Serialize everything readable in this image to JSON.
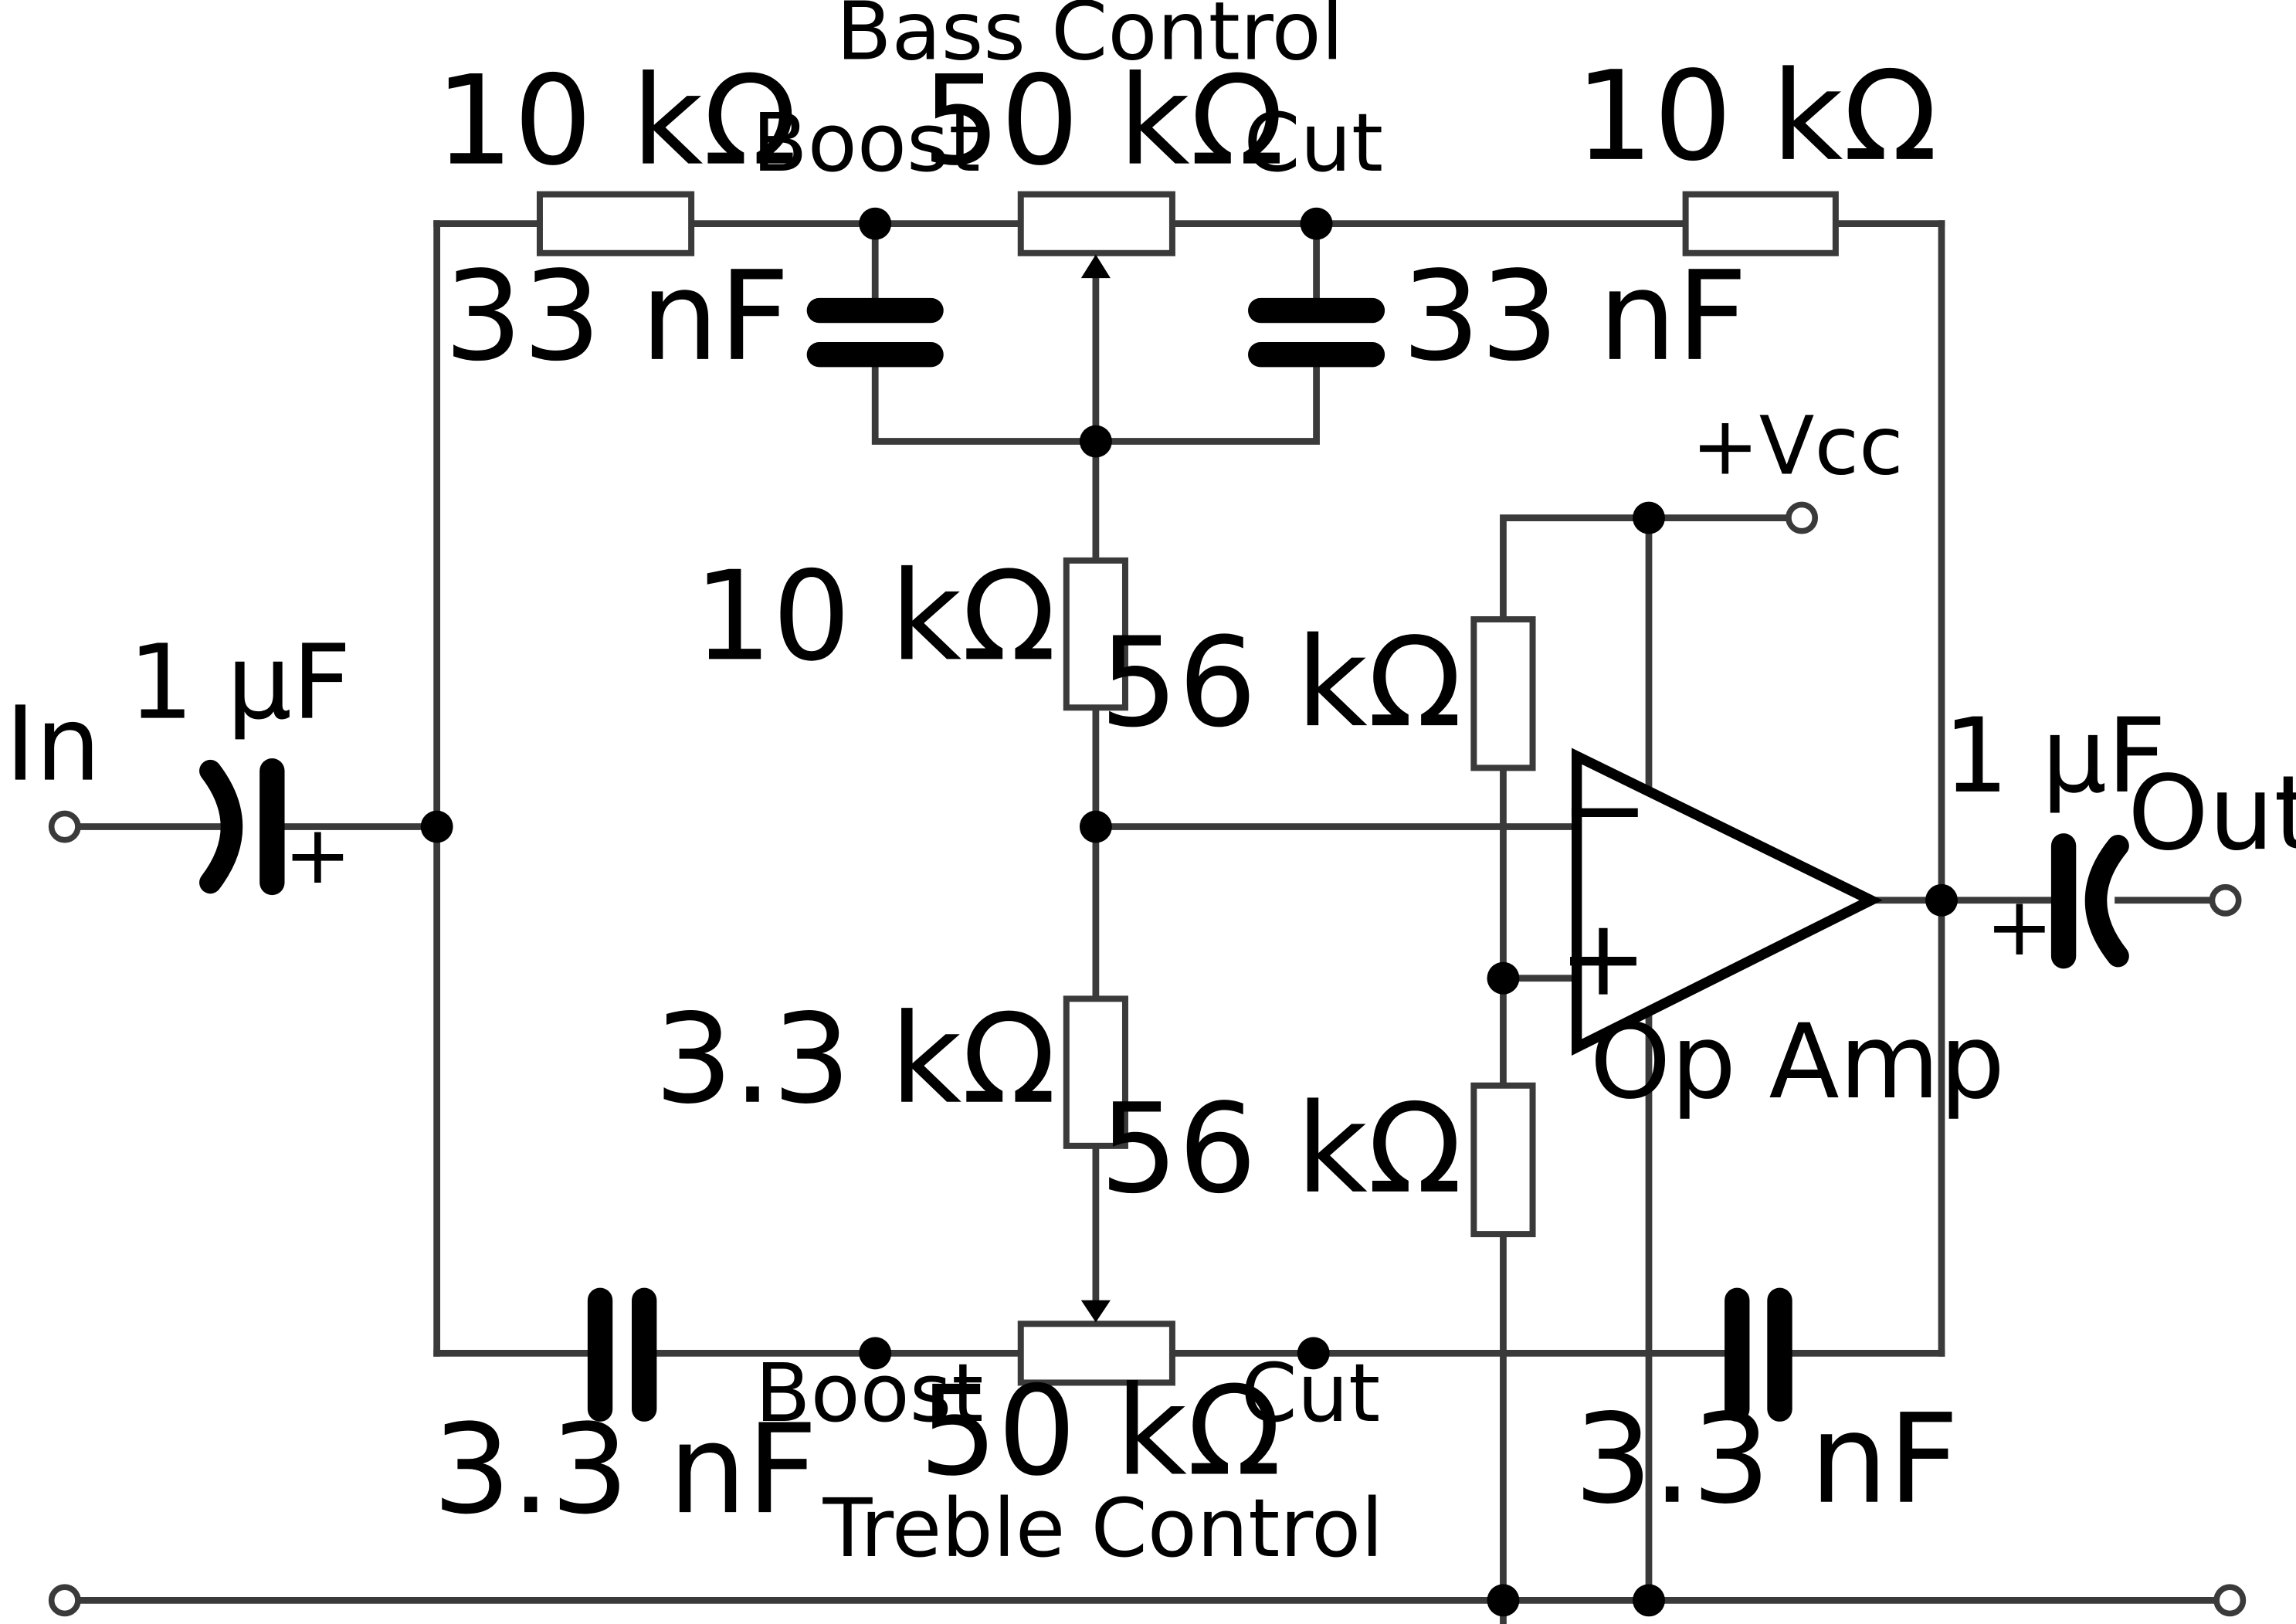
{
  "bass_control": {
    "title": "Bass Control",
    "pot_value": "50 kΩ",
    "boost_label": "Boost",
    "cut_label": "Cut",
    "left_resistor": "10 kΩ",
    "right_resistor": "10 kΩ",
    "left_capacitor": "33 nF",
    "right_capacitor": "33 nF"
  },
  "treble_control": {
    "title": "Treble Control",
    "pot_value": "50 kΩ",
    "boost_label": "Boost",
    "cut_label": "Cut",
    "left_capacitor": "3.3 nF",
    "right_capacitor": "3.3 nF"
  },
  "middle": {
    "upper_resistor": "10 kΩ",
    "lower_resistor": "3.3 kΩ"
  },
  "bias": {
    "upper_resistor": "56 kΩ",
    "lower_resistor": "56 kΩ",
    "supply_label": "+Vcc"
  },
  "op_amp": {
    "label": "Op Amp",
    "inverting_symbol": "−",
    "noninverting_symbol": "+"
  },
  "input": {
    "label": "In",
    "capacitor": "1 µF",
    "polarity": "+"
  },
  "output": {
    "label": "Out",
    "capacitor": "1 µF",
    "polarity": "+"
  }
}
